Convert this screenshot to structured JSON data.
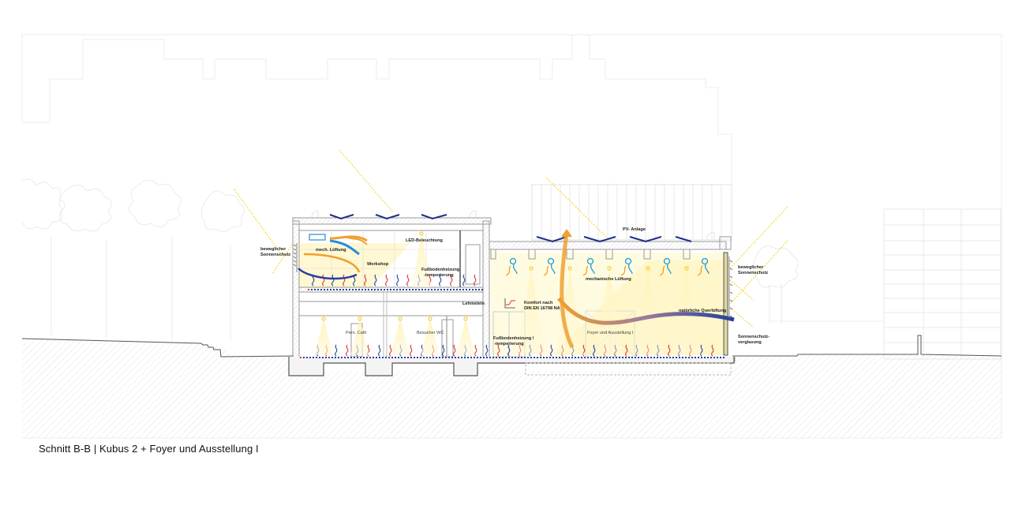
{
  "caption": "Schnitt B-B | Kubus 2 + Foyer und Ausstellung I",
  "colors": {
    "sun_ray": "#f5d000",
    "pv_panel": "#1f2f8a",
    "warm_air": "#f0a030",
    "cool_air": "#2a8ad8",
    "heating_red": "#e03030",
    "heating_blue": "#2a3fa0",
    "light_cone": "#fff3b0",
    "outline_light": "#e4e4e4",
    "section_line": "#555555",
    "hatch": "#d8d8d8"
  },
  "labels": {
    "sunshade_left": [
      "beweglicher",
      "Sonnenschutz"
    ],
    "mech_ventilation_small": "mech. Lüftung",
    "workshop": "Workshop",
    "led_lighting": "LED-Beleuchtung",
    "floor_heating_upper": [
      "Fußbodenheizung",
      "-temperierung"
    ],
    "clay_stone": "Lehmstein",
    "staff_cafe": "Pers. Café",
    "visitor_wc": "Besucher WC",
    "floor_heating_lower": [
      "Fußbodenheizung /",
      "-temperierung"
    ],
    "comfort": [
      "Komfort nach",
      "DIN EN 16798 NA"
    ],
    "pv_system": "PV- Anlage",
    "mech_ventilation": "mechanische Lüftung",
    "natural_cross_ventilation": "natürliche Querlüftung",
    "foyer_exhibition": "Foyer und Ausstellung I",
    "sunshade_right": [
      "beweglicher",
      "Sonnenschutz"
    ],
    "solar_glazing": [
      "Sonnenschutz-",
      "verglasung"
    ]
  }
}
